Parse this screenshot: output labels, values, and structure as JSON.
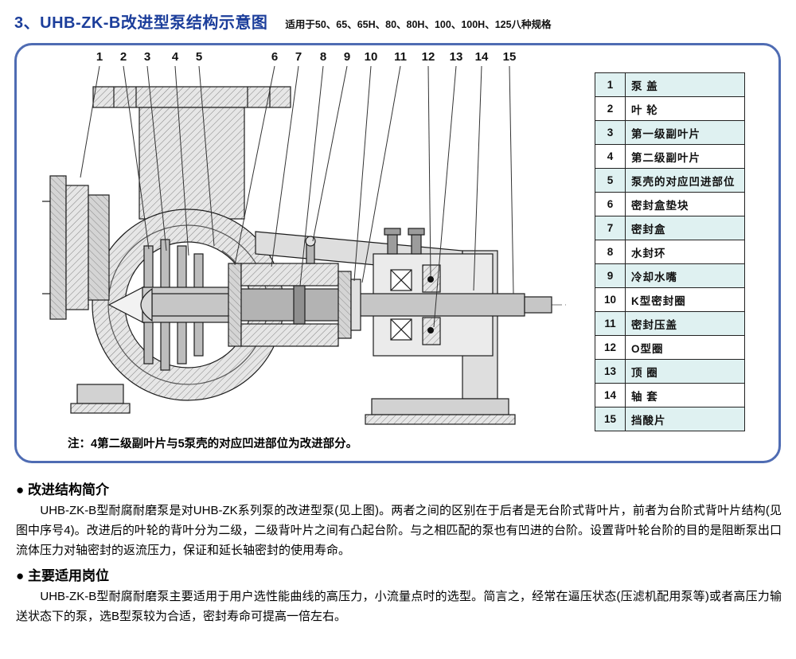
{
  "page": {
    "title": "3、UHB-ZK-B改进型泵结构示意图",
    "subtitle": "适用于50、65、65H、80、80H、100、100H、125八种规格"
  },
  "diagram": {
    "callouts": [
      "1",
      "2",
      "3",
      "4",
      "5",
      "6",
      "7",
      "8",
      "9",
      "10",
      "11",
      "12",
      "13",
      "14",
      "15"
    ],
    "note": "注：4第二级副叶片与5泵壳的对应凹进部位为改进部分。"
  },
  "parts_table": {
    "rows": [
      {
        "no": "1",
        "name": "泵 盖"
      },
      {
        "no": "2",
        "name": "叶 轮"
      },
      {
        "no": "3",
        "name": "第一级副叶片"
      },
      {
        "no": "4",
        "name": "第二级副叶片"
      },
      {
        "no": "5",
        "name": "泵壳的对应凹进部位"
      },
      {
        "no": "6",
        "name": "密封盒垫块"
      },
      {
        "no": "7",
        "name": "密封盒"
      },
      {
        "no": "8",
        "name": "水封环"
      },
      {
        "no": "9",
        "name": "冷却水嘴"
      },
      {
        "no": "10",
        "name": "K型密封圈"
      },
      {
        "no": "11",
        "name": "密封压盖"
      },
      {
        "no": "12",
        "name": "O型圈"
      },
      {
        "no": "13",
        "name": "顶 圈"
      },
      {
        "no": "14",
        "name": "轴 套"
      },
      {
        "no": "15",
        "name": "挡酸片"
      }
    ]
  },
  "sections": [
    {
      "heading": "● 改进结构简介",
      "body": "　　UHB-ZK-B型耐腐耐磨泵是对UHB-ZK系列泵的改进型泵(见上图)。两者之间的区别在于后者是无台阶式背叶片，前者为台阶式背叶片结构(见图中序号4)。改进后的叶轮的背叶分为二级，二级背叶片之间有凸起台阶。与之相匹配的泵也有凹进的台阶。设置背叶轮台阶的目的是阻断泵出口流体压力对轴密封的返流压力，保证和延长轴密封的使用寿命。"
    },
    {
      "heading": "● 主要适用岗位",
      "body": "　　UHB-ZK-B型耐腐耐磨泵主要适用于用户选性能曲线的高压力，小流量点时的选型。简言之，经常在逼压状态(压滤机配用泵等)或者高压力输送状态下的泵，选B型泵较为合适，密封寿命可提高一倍左右。"
    }
  ],
  "colors": {
    "title_blue": "#1c3e9b",
    "box_border": "#4f6cb3",
    "table_row_tint": "#dff1f1"
  }
}
